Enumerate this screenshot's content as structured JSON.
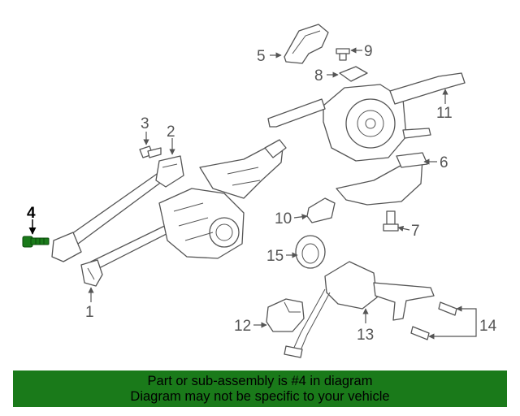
{
  "diagram": {
    "callouts": {
      "c1": "1",
      "c2": "2",
      "c3": "3",
      "c4": "4",
      "c5": "5",
      "c6": "6",
      "c7": "7",
      "c8": "8",
      "c9": "9",
      "c10": "10",
      "c11": "11",
      "c12": "12",
      "c13": "13",
      "c14": "14",
      "c15": "15"
    },
    "highlighted_part": "4",
    "highlight_color": "#1a7a1a"
  },
  "banner": {
    "line1": "Part or sub-assembly is #4 in diagram",
    "line2": "Diagram may not be specific to your vehicle",
    "background": "#1a7a1a"
  }
}
